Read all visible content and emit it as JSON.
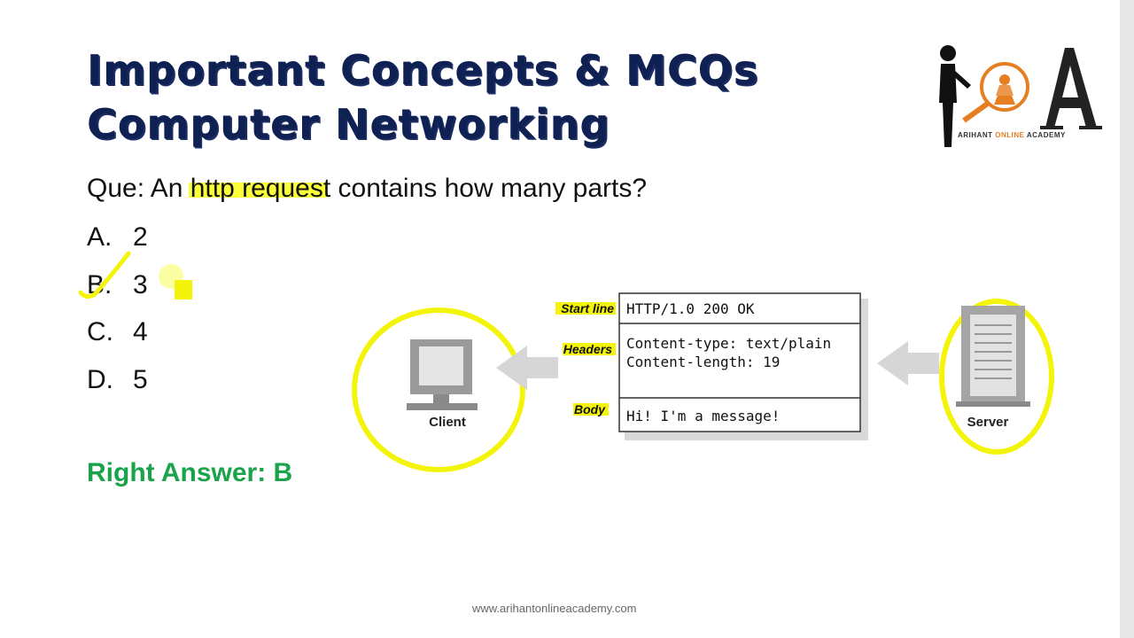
{
  "slide": {
    "title_line1": "Important Concepts & MCQs",
    "title_line2": "Computer Networking",
    "question": {
      "prefix": "Que: An ",
      "highlight": "http reques",
      "suffix": "t contains how many parts?"
    },
    "options": [
      {
        "letter": "A.",
        "value": "2"
      },
      {
        "letter": "B.",
        "value": "3"
      },
      {
        "letter": "C.",
        "value": "4"
      },
      {
        "letter": "D.",
        "value": "5"
      }
    ],
    "right_answer": "Right Answer: B",
    "footer_url": "www.arihantonlineacademy.com"
  },
  "logo": {
    "caption_part1": "ARIHANT ",
    "caption_part2": "ONLINE",
    "caption_part3": " ACADEMY",
    "letter": "A",
    "accent_color": "#e67e22"
  },
  "diagram": {
    "client_label": "Client",
    "server_label": "Server",
    "start_line_label": "Start line",
    "headers_label": "Headers",
    "body_label": "Body",
    "start_line": "HTTP/1.0 200 OK",
    "header_lines": [
      "Content-type: text/plain",
      "Content-length: 19"
    ],
    "body_text": "Hi! I'm a message!"
  },
  "colors": {
    "title": "#0f2052",
    "answer": "#1aa34a",
    "highlight": "#fbff3a"
  }
}
